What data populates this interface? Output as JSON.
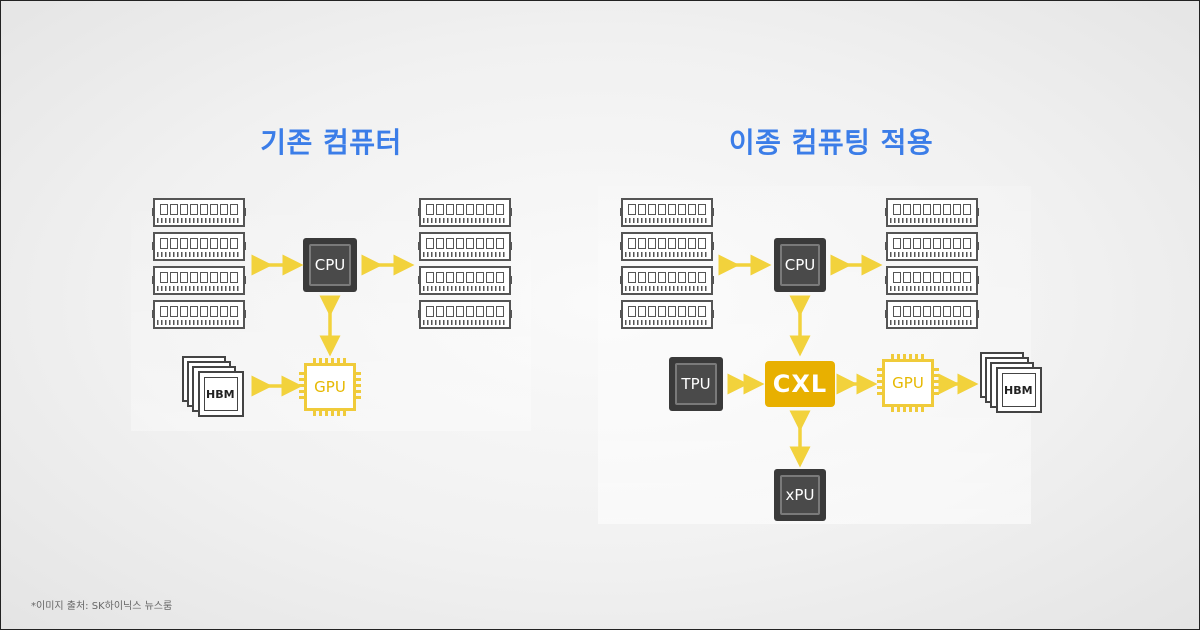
{
  "titles": {
    "left": "기존 컴퓨터",
    "right": "이종 컴퓨팅 적용"
  },
  "chips": {
    "cpu": "CPU",
    "gpu": "GPU",
    "hbm": "HBM",
    "cxl": "CXL",
    "tpu": "TPU",
    "xpu": "xPU"
  },
  "colors": {
    "title": "#3b7de8",
    "arrow": "#f2d23c",
    "cxl": "#e8b000",
    "gpu_outline": "#f0cb3a",
    "chip_dark": "#3a3a3a"
  },
  "footer": {
    "credit": "*이미지 출처: SK하이닉스 뉴스룸"
  }
}
